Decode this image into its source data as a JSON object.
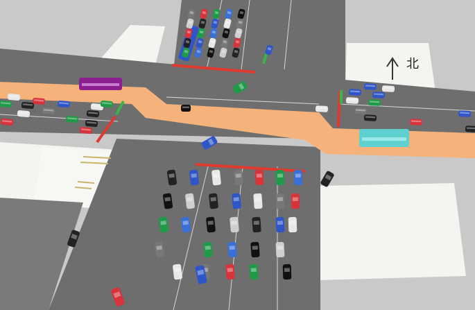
{
  "compass": {
    "label": "北"
  },
  "colors": {
    "ground": "#c9c9c9",
    "road": "#6e6e6e",
    "block": "#f4f4f0",
    "bus_lane": "#f5b27a",
    "stop_line": "#e03a2e",
    "signal_green": "#3bb34a",
    "bus_purple": "#8b1f8f",
    "bus_cyan": "#5fd0d0",
    "bus_blue": "#2f56c8"
  },
  "vehicle_groups": {
    "south_queue": 34,
    "north_queue": 24,
    "west_arm": 14,
    "east_arm": 12,
    "in_intersection": 3
  },
  "buses": [
    {
      "name": "bus-purple-west",
      "color": "#8b1f8f"
    },
    {
      "name": "bus-cyan-east",
      "color": "#5fd0d0"
    },
    {
      "name": "bus-blue-north",
      "color": "#2f56c8"
    }
  ]
}
